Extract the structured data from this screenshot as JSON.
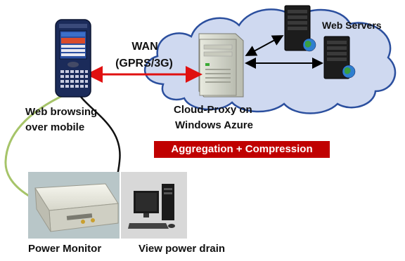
{
  "wan": {
    "title": "WAN",
    "subtitle": "(GPRS/3G)"
  },
  "phone": {
    "caption_line1": "Web browsing",
    "caption_line2": "over mobile"
  },
  "cloud": {
    "proxy_line1": "Cloud-Proxy on",
    "proxy_line2": "Windows Azure",
    "servers_label": "Web Servers"
  },
  "badge": {
    "text": "Aggregation + Compression"
  },
  "bottom": {
    "power_monitor": "Power Monitor",
    "view_power": "View power drain"
  },
  "colors": {
    "cloud_fill": "#cfd9f0",
    "cloud_stroke": "#2b4f9e",
    "wan_arrow": "#e01010",
    "badge": "#c00000",
    "green_cable": "#a6c469"
  }
}
